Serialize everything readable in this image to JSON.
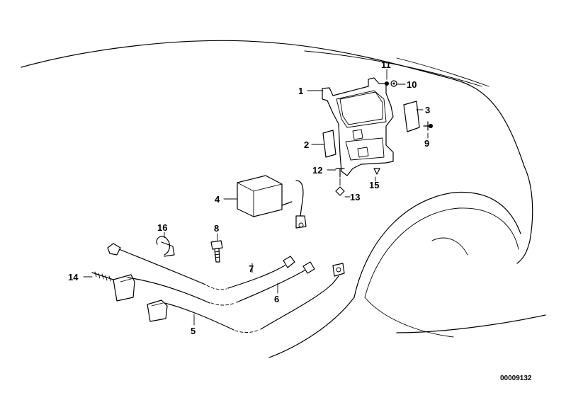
{
  "diagram": {
    "reference_number": "00009132",
    "callouts": [
      {
        "id": "c1",
        "label": "1"
      },
      {
        "id": "c2",
        "label": "2"
      },
      {
        "id": "c3",
        "label": "3"
      },
      {
        "id": "c4",
        "label": "4"
      },
      {
        "id": "c5",
        "label": "5"
      },
      {
        "id": "c6",
        "label": "6"
      },
      {
        "id": "c7",
        "label": "7"
      },
      {
        "id": "c8",
        "label": "8"
      },
      {
        "id": "c9",
        "label": "9"
      },
      {
        "id": "c10",
        "label": "10"
      },
      {
        "id": "c11",
        "label": "11"
      },
      {
        "id": "c12",
        "label": "12"
      },
      {
        "id": "c13",
        "label": "13"
      },
      {
        "id": "c14",
        "label": "14"
      },
      {
        "id": "c15",
        "label": "15"
      },
      {
        "id": "c16",
        "label": "16"
      }
    ]
  }
}
